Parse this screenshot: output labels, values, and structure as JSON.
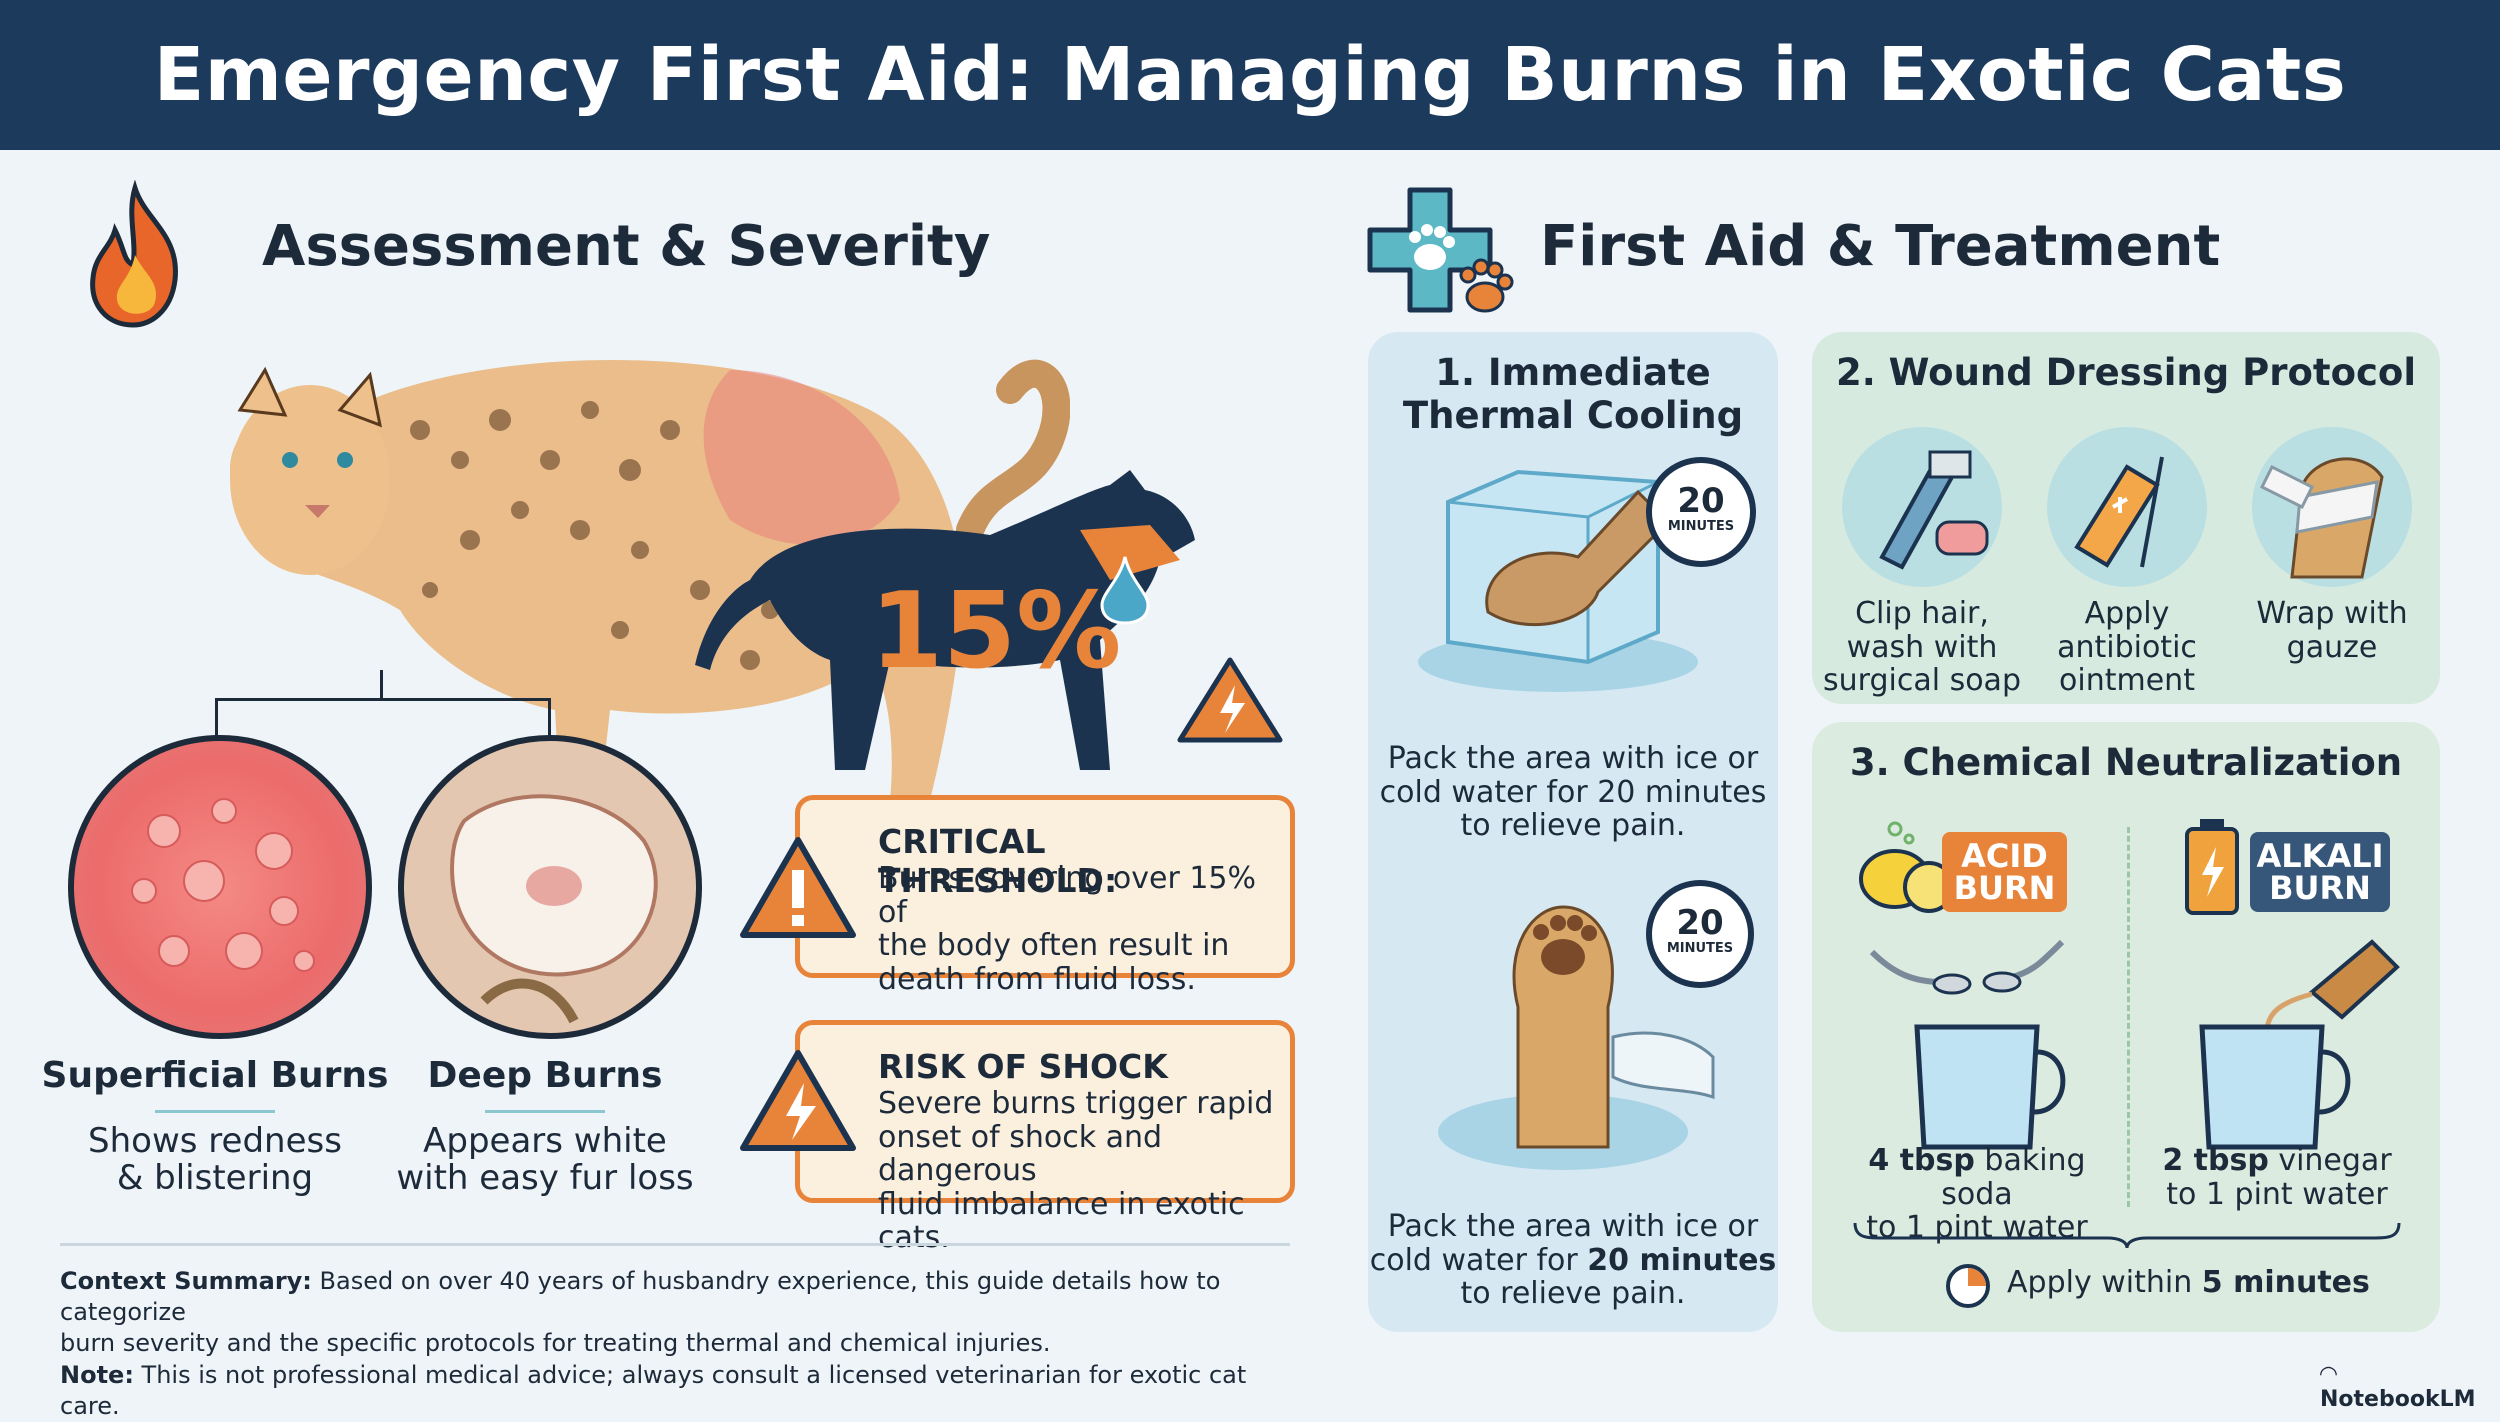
{
  "header": {
    "title": "Emergency First Aid: Managing Burns in Exotic Cats"
  },
  "assessment": {
    "title": "Assessment & Severity",
    "percent": "15%",
    "burns": [
      {
        "title": "Superficial Burns",
        "desc_line1": "Shows redness",
        "desc_line2": "& blistering"
      },
      {
        "title": "Deep Burns",
        "desc_line1": "Appears white",
        "desc_line2": "with easy fur loss"
      }
    ],
    "critical": {
      "title": "CRITICAL THRESHOLD:",
      "line1": "Burns covering over 15% of",
      "line2": "the body often result in",
      "line3": "death from fluid loss."
    },
    "shock": {
      "title": "RISK OF SHOCK",
      "line1": "Severe burns trigger rapid",
      "line2": "onset of shock and dangerous",
      "line3": "fluid imbalance in exotic cats."
    }
  },
  "summary": {
    "context_label": "Context Summary:",
    "context_text": " Based on over 40 years of husbandry experience, this guide details how to categorize",
    "context_text2": "burn severity and the specific protocols for treating thermal and chemical injuries.",
    "note_label": "Note:",
    "note_text": " This is not professional medical advice; always consult a licensed veterinarian for exotic cat care."
  },
  "treatment": {
    "title": "First Aid & Treatment",
    "cooling": {
      "title_line1": "1. Immediate",
      "title_line2": "Thermal Cooling",
      "timer_number": "20",
      "timer_unit": "MINUTES",
      "caption1_line1": "Pack the area with ice or",
      "caption1_line2": "cold water for 20 minutes",
      "caption1_line3": "to relieve pain.",
      "caption2_line1": "Pack the area with ice or",
      "caption2_line2_pre": "cold water for ",
      "caption2_line2_bold": "20 minutes",
      "caption2_line3": "to relieve pain."
    },
    "dressing": {
      "title": "2. Wound Dressing Protocol",
      "steps": [
        {
          "line1": "Clip hair,",
          "line2": "wash with",
          "line3": "surgical soap"
        },
        {
          "line1": "Apply antibiotic",
          "line2": "ointment"
        },
        {
          "line1": "Wrap with",
          "line2": "gauze"
        }
      ]
    },
    "chemical": {
      "title": "3. Chemical Neutralization",
      "acid_line1": "ACID",
      "acid_line2": "BURN",
      "alkali_line1": "ALKALI",
      "alkali_line2": "BURN",
      "acid_fix_line1_bold": "4 tbsp",
      "acid_fix_line1_rest": " baking soda",
      "acid_fix_line2": "to 1 pint water",
      "alkali_fix_line1_bold": "2 tbsp",
      "alkali_fix_line1_rest": " vinegar",
      "alkali_fix_line2": "to 1 pint water",
      "apply_pre": "Apply within ",
      "apply_bold": "5 minutes"
    }
  },
  "brand": {
    "name": "NotebookLM"
  },
  "colors": {
    "header": "#1b3a5c",
    "accent": "#e8843a",
    "teal": "#3aa0a8"
  }
}
